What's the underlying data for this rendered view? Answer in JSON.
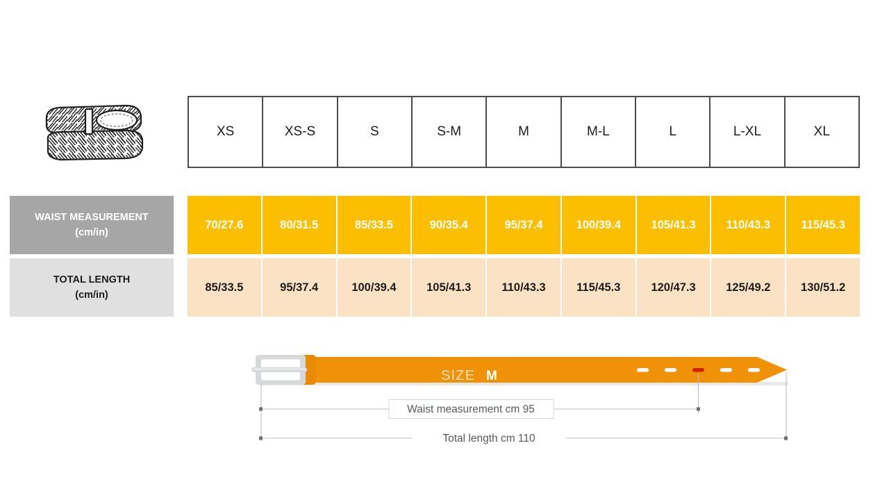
{
  "product_icon": "woven-belt-icon",
  "table": {
    "size_headers": [
      "XS",
      "XS-S",
      "S",
      "S-M",
      "M",
      "M-L",
      "L",
      "L-XL",
      "XL"
    ],
    "rows": [
      {
        "label": "WAIST MEASUREMENT",
        "unit": "(cm/in)",
        "values": [
          "70/27.6",
          "80/31.5",
          "85/33.5",
          "90/35.4",
          "95/37.4",
          "100/39.4",
          "105/41.3",
          "110/43.3",
          "115/45.3"
        ]
      },
      {
        "label": "TOTAL LENGTH",
        "unit": "(cm/in)",
        "values": [
          "85/33.5",
          "95/37.4",
          "100/39.4",
          "105/41.3",
          "110/43.3",
          "115/45.3",
          "120/47.3",
          "125/49.2",
          "130/51.2"
        ]
      }
    ]
  },
  "diagram": {
    "size_word": "SIZE",
    "size_value": "M",
    "waist_label": "Waist measurement cm 95",
    "length_label": "Total length cm 110",
    "holes_total": 5,
    "highlighted_hole_index": 3
  },
  "colors": {
    "waist_fill": "#fcbe00",
    "length_fill": "#fce2c4",
    "waist_label_bg": "#a6a6a6",
    "length_label_bg": "#e0e0e0",
    "belt_orange": "#ef9208",
    "belt_keeper": "#e98a06",
    "buckle_silver": "#d6d8da",
    "highlight_red": "#cc2200",
    "table_border": "#4a4a4a",
    "dim_line": "#b8bcc0"
  }
}
